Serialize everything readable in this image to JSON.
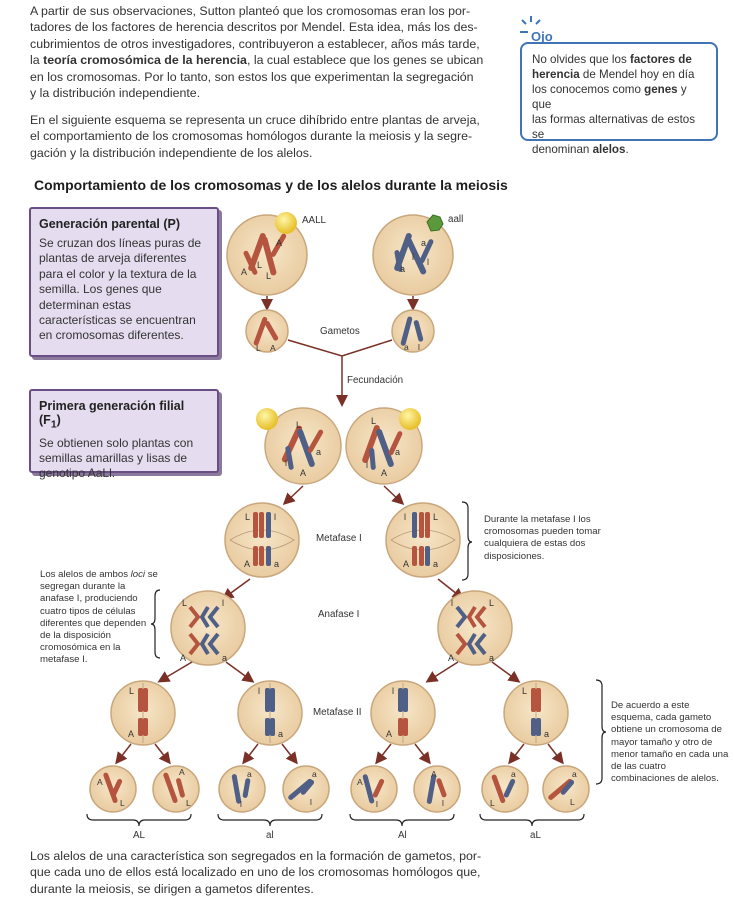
{
  "intro": {
    "p1_a": "A partir de sus observaciones, Sutton planteó que los cromosomas eran los por-",
    "p1_b": "tadores de los factores de herencia descritos por Mendel. Esta idea, más los des-",
    "p1_c": "cubrimientos de otros investigadores, contribuyeron a establecer, años más tarde,",
    "p1_d_pre": "la ",
    "p1_d_bold": "teoría cromosómica de la herencia",
    "p1_d_post": ", la cual establece que los genes se ubican",
    "p1_e": "en los cromosomas. Por lo tanto, son estos los que experimentan la segregación",
    "p1_f": "y la distribución independiente.",
    "p2_a": "En el siguiente esquema se representa un cruce dihíbrido entre plantas de arveja,",
    "p2_b": "el comportamiento de los cromosomas homólogos durante la meiosis y la segre-",
    "p2_c": "gación y la distribución independiente de los alelos."
  },
  "ojo": {
    "title": "Ojo",
    "t1": "No olvides que los ",
    "b1": "factores de",
    "b2": "herencia",
    "t2": " de Mendel hoy en día",
    "t3": "los conocemos como ",
    "b3": "genes",
    "t4": " y que",
    "t5": "las formas alternativas de estos se",
    "t6": "denominan ",
    "b4": "alelos",
    "t7": "."
  },
  "figure_title": "Comportamiento de los cromosomas y de los alelos durante la meiosis",
  "parental": {
    "title": "Generación parental (P)",
    "text": "Se cruzan dos líneas puras de plantas de arveja diferentes para el color y la textura de la semilla. Los genes que determinan estas características se encuentran en cromosomas diferentes."
  },
  "filial": {
    "title_pre": "Primera generación filial (F",
    "title_sub": "1",
    "title_post": ")",
    "text": "Se obtienen solo plantas con semillas amarillas y lisas de genotipo AaLl."
  },
  "diagram": {
    "genotype_left": "AALL",
    "genotype_right": "aall",
    "gametos": "Gametos",
    "fecundacion": "Fecundación",
    "metafase1": "Metafase I",
    "anafase1": "Anafase I",
    "metafase2": "Metafase II",
    "note_metafase": "Durante la metafase I los cromosomas pueden tomar cualquiera de estas dos disposiciones.",
    "note_alelos": "Los alelos de ambos loci se segregan durante la anafase I, produciendo cuatro tipos de células diferentes que dependen de la disposición cromosómica en la metafase I.",
    "note_alelos_italic": "loci",
    "note_gameto": "De acuerdo a este esquema, cada gameto obtiene un cromosoma de mayor tamaño y otro de menor tamaño en cada una de las cuatro combinaciones de alelos.",
    "gamete_labels": [
      "AL",
      "al",
      "Al",
      "aL"
    ]
  },
  "footer": {
    "l1": "Los alelos de una característica son segregados en la formación de gametos, por-",
    "l2": "que cada uno de ellos está localizado en uno de los cromosomas homólogos que,",
    "l3": "durante la meiosis, se dirigen a gametos diferentes."
  },
  "colors": {
    "cell_fill": "#f0d9b5",
    "cell_stroke": "#c9a77c",
    "chrom_red": "#b5553f",
    "chrom_blue": "#4f5f86",
    "arrow": "#7a3026",
    "box_fill": "#e6dcef",
    "box_border": "#6a4f86",
    "ojo_blue": "#3f74b6"
  }
}
